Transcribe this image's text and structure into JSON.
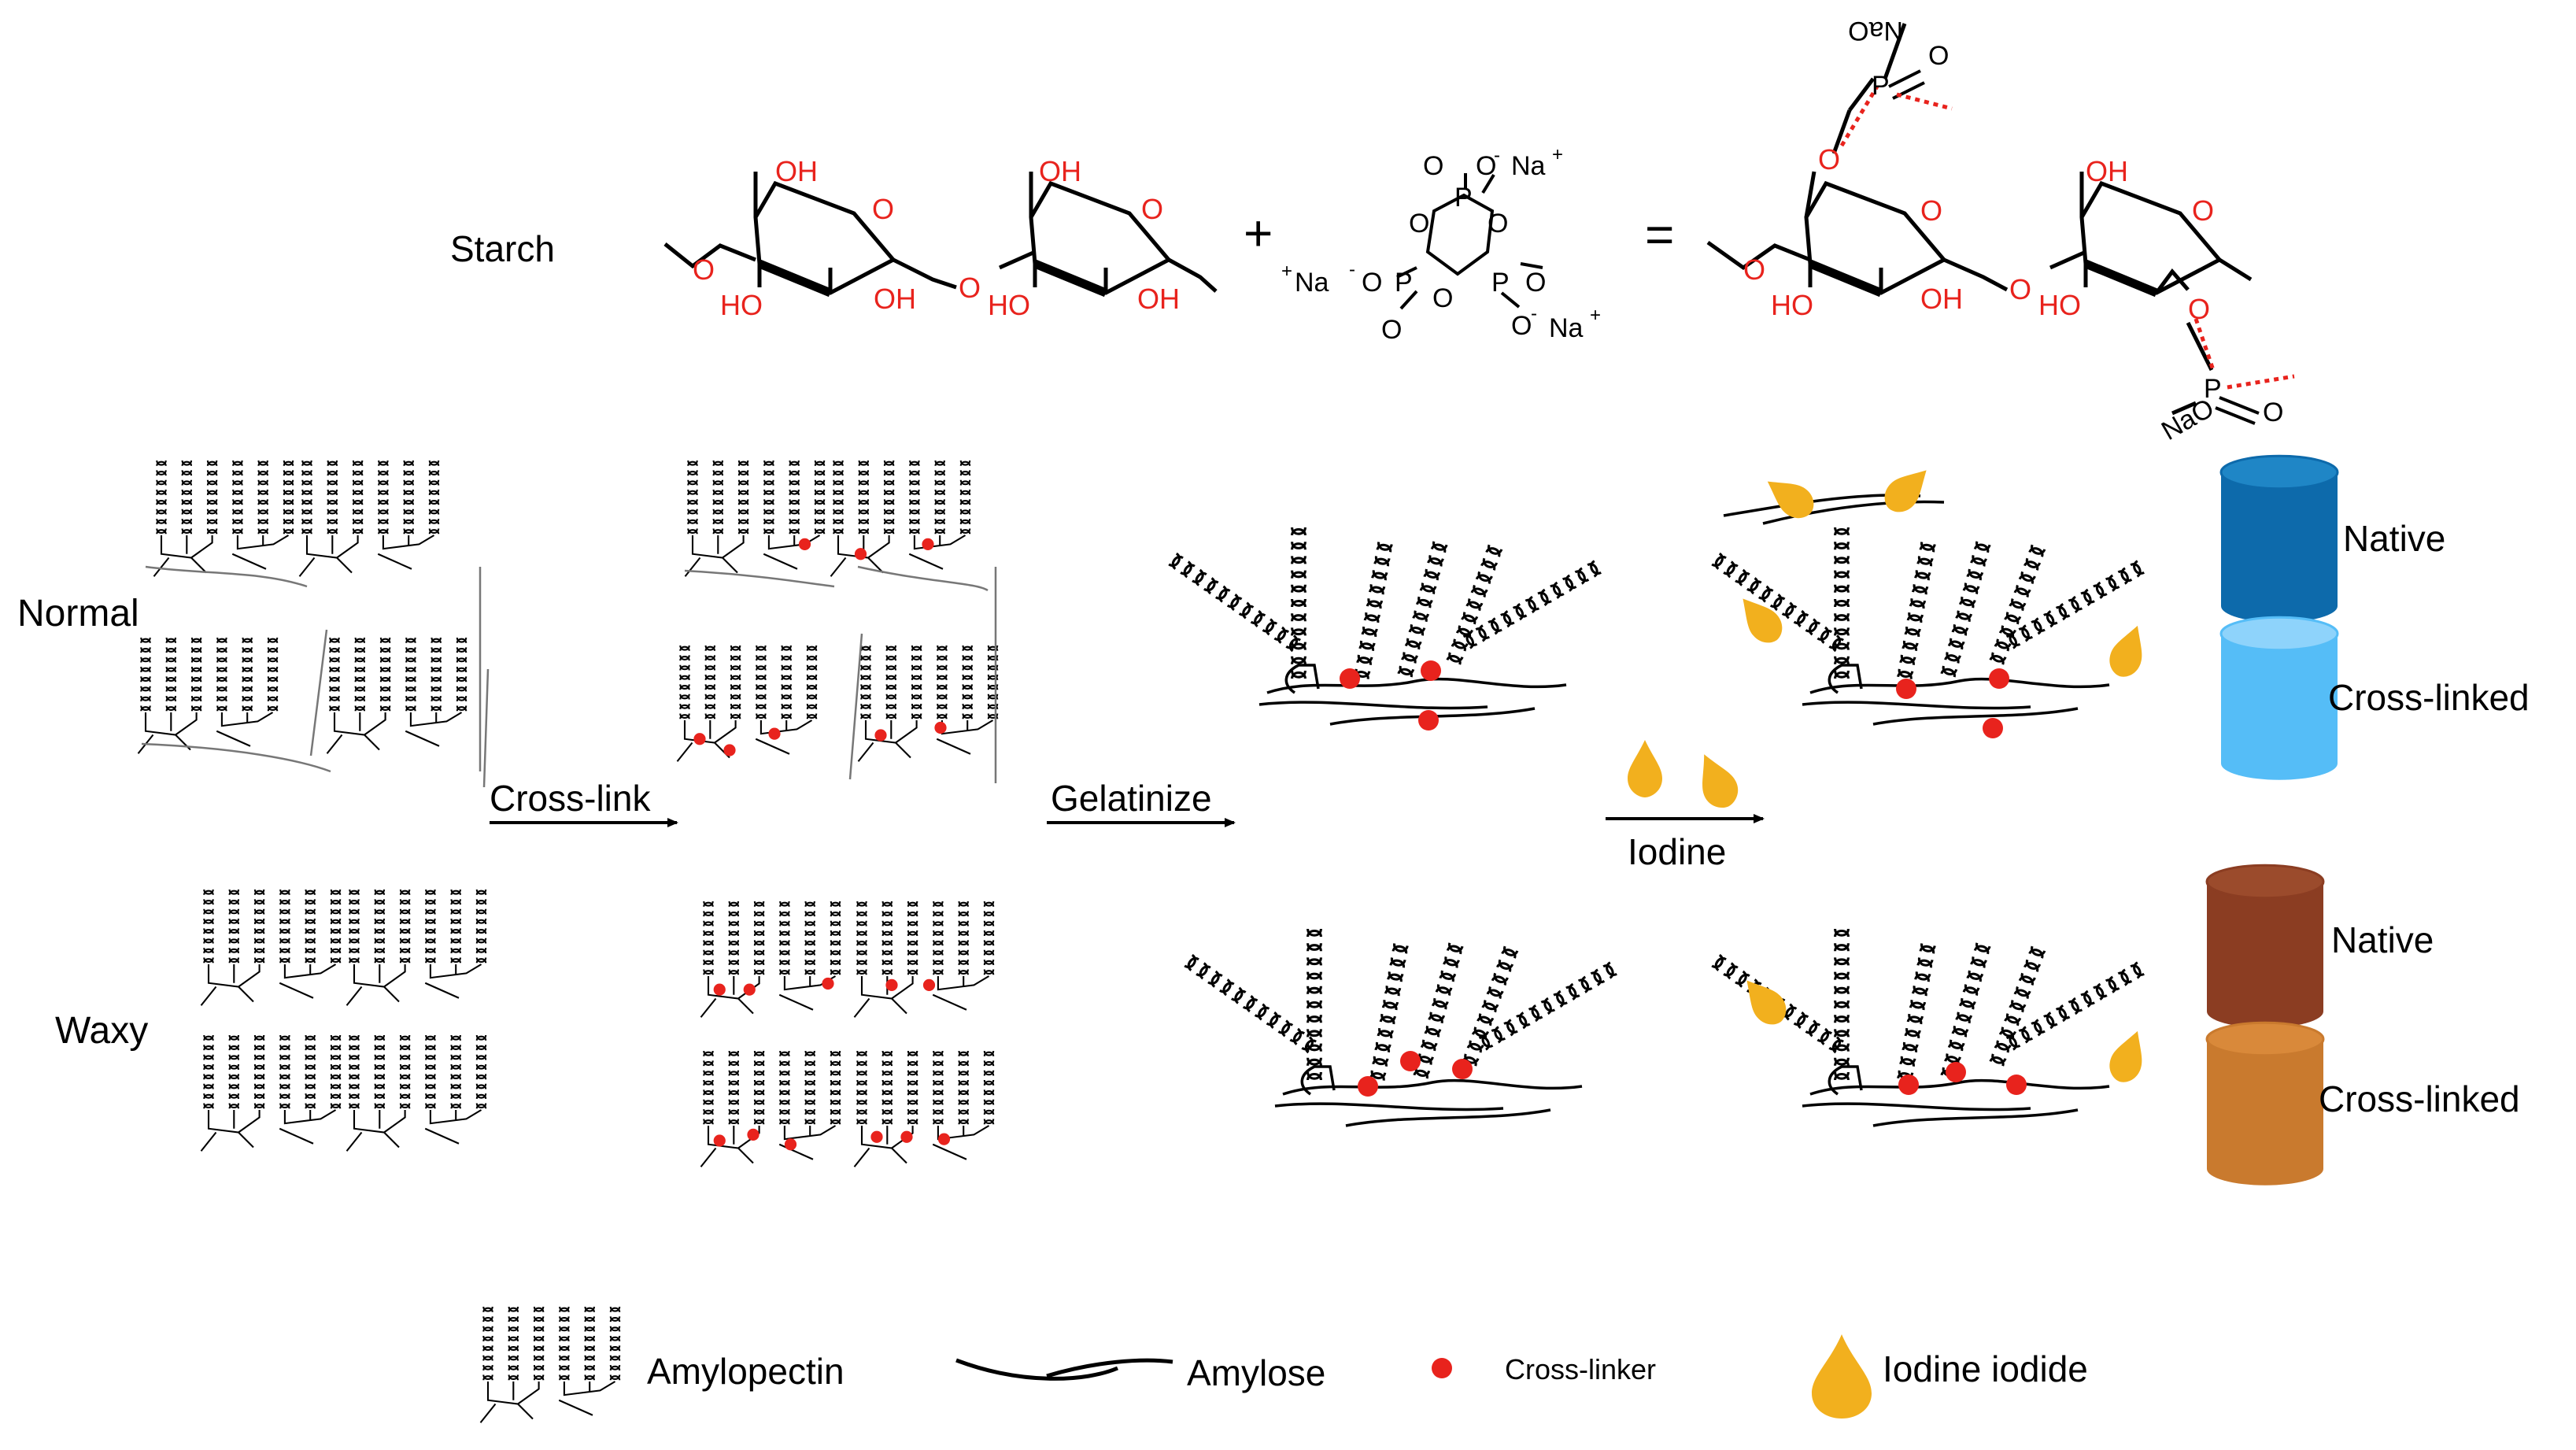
{
  "labels": {
    "starch": "Starch",
    "normal": "Normal",
    "waxy": "Waxy",
    "cross_link": "Cross-link",
    "gelatinize": "Gelatinize",
    "iodine": "Iodine"
  },
  "reaction": {
    "plus": "+",
    "equals": "=",
    "atoms": {
      "O": "O",
      "OH": "OH",
      "HO": "HO",
      "P": "P",
      "Na": "Na",
      "NaO": "NaO",
      "plus_sup": "+",
      "minus_sup": "-",
      "mirrored_nao": "NaO"
    }
  },
  "results": {
    "normal_native": "Native",
    "normal_crosslinked": "Cross-linked",
    "waxy_native": "Native",
    "waxy_crosslinked": "Cross-linked"
  },
  "legend": {
    "amylopectin": "Amylopectin",
    "amylose": "Amylose",
    "crosslinker": "Cross-linker",
    "iodine_iodide": "Iodine iodide"
  },
  "colors": {
    "crosslinker": "#e8231d",
    "iodine": "#f2b01e",
    "normal_native_top": "#1f86c6",
    "normal_native_body": "#0d6aab",
    "normal_cl_top": "#8ed3fb",
    "normal_cl_body": "#55bdf7",
    "waxy_native_top": "#9b4b2c",
    "waxy_native_body": "#8b3d22",
    "waxy_cl_top": "#d9893a",
    "waxy_cl_body": "#c97a2e",
    "oxygen_red": "#e8231d",
    "ink": "#000000"
  }
}
